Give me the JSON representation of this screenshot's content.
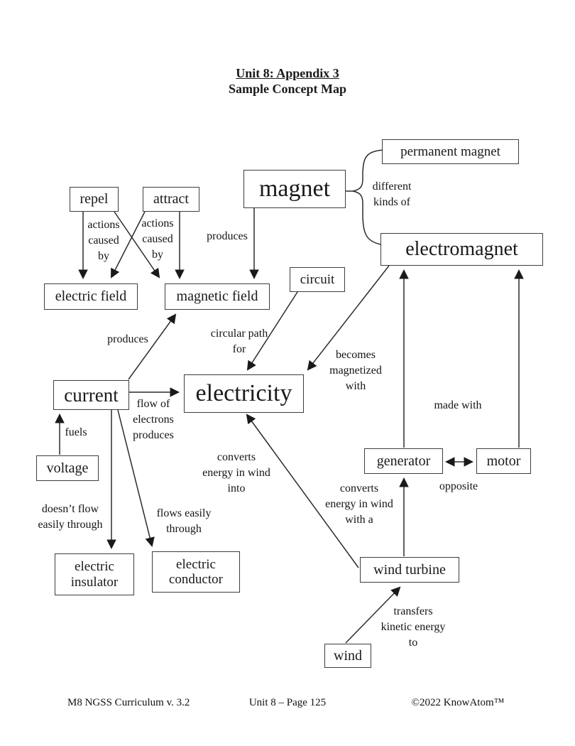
{
  "title": {
    "line1": "Unit 8: Appendix 3",
    "line2": "Sample Concept Map"
  },
  "nodes": {
    "magnet": "magnet",
    "permanent_magnet": "permanent magnet",
    "electromagnet": "electromagnet",
    "repel": "repel",
    "attract": "attract",
    "electric_field": "electric field",
    "magnetic_field": "magnetic field",
    "circuit": "circuit",
    "current": "current",
    "electricity": "electricity",
    "voltage": "voltage",
    "generator": "generator",
    "motor": "motor",
    "wind_turbine": "wind turbine",
    "wind": "wind",
    "electric_insulator": "electric insulator",
    "electric_conductor": "electric conductor"
  },
  "edge_labels": {
    "different_kinds_of": "different\nkinds of",
    "actions_caused_by_repel": "actions\ncaused\nby",
    "actions_caused_by_attract": "actions\ncaused\nby",
    "produces_magnet": "produces",
    "produces_current": "produces",
    "circular_path_for": "circular path\nfor",
    "becomes_magnetized_with": "becomes\nmagnetized\nwith",
    "made_with": "made with",
    "opposite": "opposite",
    "flow_of_electrons_produces": "flow of\nelectrons\nproduces",
    "fuels": "fuels",
    "doesnt_flow_easily_through": "doesn’t flow\neasily through",
    "flows_easily_through": "flows easily\nthrough",
    "converts_energy_in_wind_into": "converts\nenergy in wind\ninto",
    "converts_energy_in_wind_with_a": "converts\nenergy in wind\nwith a",
    "transfers_kinetic_energy_to": "transfers\nkinetic energy\nto"
  },
  "diagram": {
    "edges": [
      {
        "from": "magnet",
        "to": "permanent_magnet",
        "label": "different kinds of"
      },
      {
        "from": "magnet",
        "to": "electromagnet",
        "label": "different kinds of"
      },
      {
        "from": "repel",
        "to": "electric_field",
        "label": "actions caused by"
      },
      {
        "from": "repel",
        "to": "magnetic_field",
        "label": "actions caused by"
      },
      {
        "from": "attract",
        "to": "electric_field",
        "label": "actions caused by"
      },
      {
        "from": "attract",
        "to": "magnetic_field",
        "label": "actions caused by"
      },
      {
        "from": "magnet",
        "to": "magnetic_field",
        "label": "produces"
      },
      {
        "from": "current",
        "to": "magnetic_field",
        "label": "produces"
      },
      {
        "from": "circuit",
        "to": "electricity",
        "label": "circular path for"
      },
      {
        "from": "electromagnet",
        "to": "electricity",
        "label": "becomes magnetized with"
      },
      {
        "from": "current",
        "to": "electricity",
        "label": "flow of electrons produces"
      },
      {
        "from": "voltage",
        "to": "current",
        "label": "fuels"
      },
      {
        "from": "current",
        "to": "electric_insulator",
        "label": "doesn’t flow easily through"
      },
      {
        "from": "current",
        "to": "electric_conductor",
        "label": "flows easily through"
      },
      {
        "from": "generator",
        "to": "electromagnet",
        "label": "made with"
      },
      {
        "from": "motor",
        "to": "electromagnet",
        "label": "made with"
      },
      {
        "from": "generator",
        "to": "motor",
        "label": "opposite",
        "bidirectional": true
      },
      {
        "from": "wind_turbine",
        "to": "generator",
        "label": "converts energy in wind with a"
      },
      {
        "from": "wind_turbine",
        "to": "electricity",
        "label": "converts energy in wind into"
      },
      {
        "from": "wind",
        "to": "wind_turbine",
        "label": "transfers kinetic energy to"
      }
    ]
  },
  "footer": {
    "left": "M8 NGSS Curriculum v. 3.2",
    "center": "Unit 8 – Page 125",
    "right": "©2022 KnowAtom™"
  },
  "colors": {
    "ink": "#1a1a1a",
    "box_border": "#3d3d3d",
    "background": "#ffffff"
  }
}
